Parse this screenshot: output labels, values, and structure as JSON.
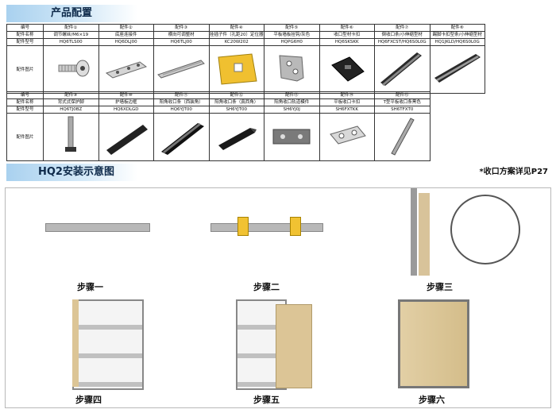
{
  "section1": {
    "title": "产品配置"
  },
  "section2": {
    "title": "HQ2安装示意图"
  },
  "note": "*收口方案详见P27",
  "table1": {
    "row_labels": [
      "编号",
      "配件名称",
      "配件型号",
      "配件图片"
    ],
    "columns": [
      {
        "no": "配件①",
        "name": "调节螺丝/M6×19",
        "model": "HQ6TLS00",
        "icon": "screw-icon"
      },
      {
        "no": "配件②",
        "name": "底座连接件",
        "model": "HQ6DLJ00",
        "icon": "base-connector-icon"
      },
      {
        "no": "配件③",
        "name": "横向可调整材",
        "model": "HQ6TLJ00",
        "icon": "adjustable-bar-icon"
      },
      {
        "no": "配件④",
        "name": "挂插子件（孔距20）定位器",
        "model": "KC20W202",
        "icon": "hanger-plate-icon"
      },
      {
        "no": "配件⑤",
        "name": "平板墙板挂钩/灰色",
        "model": "HQPG6H0",
        "icon": "hook-icon"
      },
      {
        "no": "配件⑥",
        "name": "收口型材卡扣",
        "model": "HQ6SKSKK",
        "icon": "clip-icon"
      },
      {
        "no": "配件⑦",
        "name": "倒收口条/小伸缩型材",
        "model": "HQ6FXCST/HQ6S0L0G",
        "icon": "edge-strip-icon"
      },
      {
        "no": "配件⑧",
        "name": "踢脚卡扣型条/小伸缩型材",
        "model": "HQ1JKLD/HQ6S0L0G",
        "icon": "skirting-icon"
      }
    ]
  },
  "table2": {
    "row_labels": [
      "编号",
      "配件名称",
      "配件型号",
      "配件图片"
    ],
    "columns": [
      {
        "no": "配件⑨",
        "name": "背式式保护脚",
        "model": "HQ6TJ0BZ",
        "icon": "leveling-foot-icon"
      },
      {
        "no": "配件⑩",
        "name": "护墙板边框",
        "model": "HQ6XDLGD",
        "icon": "frame-profile-icon"
      },
      {
        "no": "配件⑪",
        "name": "阳角收口条（西装角）",
        "model": "HQ6YJT00",
        "icon": "corner-profile-icon"
      },
      {
        "no": "配件⑫",
        "name": "阳角收口条（真西角）",
        "model": "SH6YJT00",
        "icon": "outer-corner-icon"
      },
      {
        "no": "配件⑬",
        "name": "阳角收口轨道模件",
        "model": "SH6YJ0J",
        "icon": "track-icon"
      },
      {
        "no": "配件⑭",
        "name": "平板收口卡扣",
        "model": "SH6FXTKK",
        "icon": "flat-clip-icon"
      },
      {
        "no": "配件⑮",
        "name": "T型平板收口条黑色",
        "model": "SH6TFXT0",
        "icon": "t-strip-icon"
      }
    ]
  },
  "steps": [
    "步骤一",
    "步骤二",
    "步骤三",
    "步骤四",
    "步骤五",
    "步骤六"
  ]
}
